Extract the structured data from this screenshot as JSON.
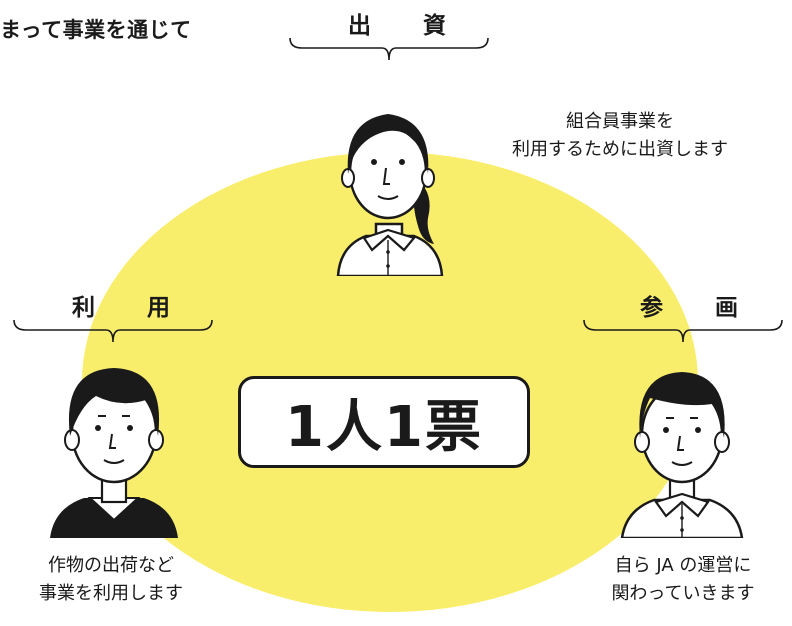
{
  "intro": {
    "line1": "まって事業を通じて",
    "line2": ""
  },
  "roles": {
    "investment": {
      "heading": "出 資",
      "caption_line1": "組合員事業を",
      "caption_line2": "利用するために出資します"
    },
    "use": {
      "heading": "利 用",
      "caption_line1": "作物の出荷など",
      "caption_line2": "事業を利用します"
    },
    "participation": {
      "heading": "参 画",
      "caption_line1": "自ら JA の運営に",
      "caption_line2": "関わっていきます"
    }
  },
  "center_label": "1人1票",
  "colors": {
    "circle": "#f9ee6b",
    "ink": "#1a1a1a",
    "background": "#ffffff"
  },
  "icons": [
    "woman-avatar-icon",
    "man-avatar-icon",
    "man-in-collar-shirt-icon"
  ]
}
